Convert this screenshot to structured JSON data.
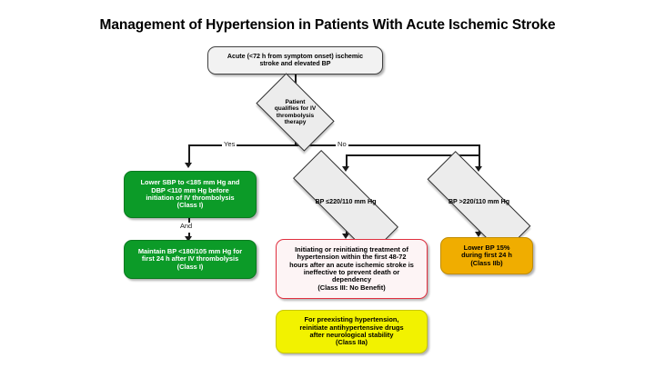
{
  "page": {
    "title": "Management of Hypertension in Patients With Acute Ischemic Stroke"
  },
  "flowchart": {
    "type": "decision-flowchart",
    "nodes": {
      "start": {
        "shape": "rounded-rectangle",
        "color": "#f2f2f2",
        "text": "Acute (<72 h from symptom onset) ischemic\nstroke and elevated BP"
      },
      "decision_thrombolysis": {
        "shape": "diamond",
        "color": "#ececec",
        "text": "Patient\nqualifies for IV\nthrombolysis\ntherapy"
      },
      "branch_yes": {
        "label": "Yes"
      },
      "branch_no": {
        "label": "No"
      },
      "green_lower_bp": {
        "shape": "rounded-rectangle",
        "color": "#0c9b28",
        "text": "Lower SBP to <185 mm Hg and\nDBP <110 mm Hg before\ninitiation of IV thrombolysis\n(Class I)"
      },
      "connector_and": {
        "label": "And"
      },
      "green_maintain_bp": {
        "shape": "rounded-rectangle",
        "color": "#0c9b28",
        "text": "Maintain BP <180/105 mm Hg for\nfirst 24 h after IV thrombolysis\n(Class I)"
      },
      "decision_bp_le": {
        "shape": "diamond",
        "color": "#ececec",
        "text": "BP ≤220/110 mm Hg"
      },
      "decision_bp_gt": {
        "shape": "diamond",
        "color": "#ececec",
        "text": "BP >220/110 mm Hg"
      },
      "red_no_benefit": {
        "shape": "rounded-rectangle",
        "color": "#e03040",
        "text": "Initiating or reinitiating treatment of\nhypertension within the first 48-72\nhours after an acute ischemic stroke is\nineffective to prevent death or\ndependency\n(Class III: No Benefit)"
      },
      "amber_lower_15": {
        "shape": "rounded-rectangle",
        "color": "#f0ad00",
        "text": "Lower BP 15%\nduring first 24 h\n(Class IIb)"
      },
      "yellow_preexisting": {
        "shape": "rounded-rectangle",
        "color": "#f2f200",
        "text": "For preexisting hypertension,\nreinitiate antihypertensive drugs\nafter neurological stability\n(Class IIa)"
      }
    }
  }
}
